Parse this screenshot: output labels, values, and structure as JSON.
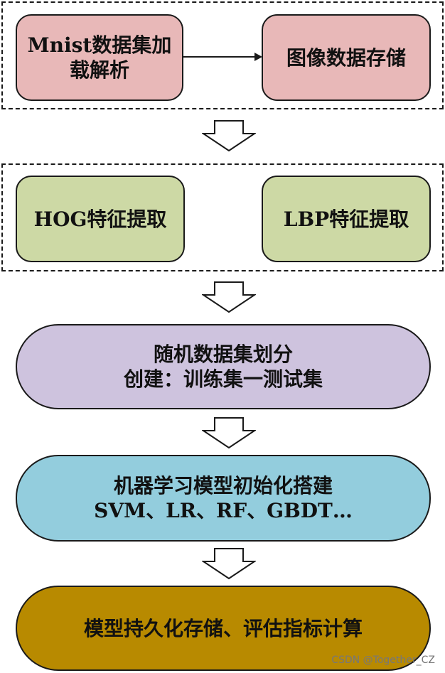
{
  "colors": {
    "pink": "#e8b8b8",
    "green": "#cdd9a5",
    "lavender": "#cec3de",
    "cyan": "#93cddd",
    "gold": "#b88a00",
    "stroke": "#1a1a1a"
  },
  "group1": {
    "mnist_box": {
      "line1": "Mnist数据集加",
      "line2": "载解析"
    },
    "storage_box": {
      "label": "图像数据存储"
    }
  },
  "group2": {
    "hog_box": {
      "label": "HOG特征提取"
    },
    "lbp_box": {
      "label": "LBP特征提取"
    }
  },
  "split_box": {
    "line1": "随机数据集划分",
    "line2": "创建：训练集一测试集"
  },
  "model_box": {
    "line1": "机器学习模型初始化搭建",
    "line2": "SVM、LR、RF、GBDT…"
  },
  "eval_box": {
    "label": "模型持久化存储、评估指标计算"
  },
  "watermark": "CSDN @Together_CZ"
}
